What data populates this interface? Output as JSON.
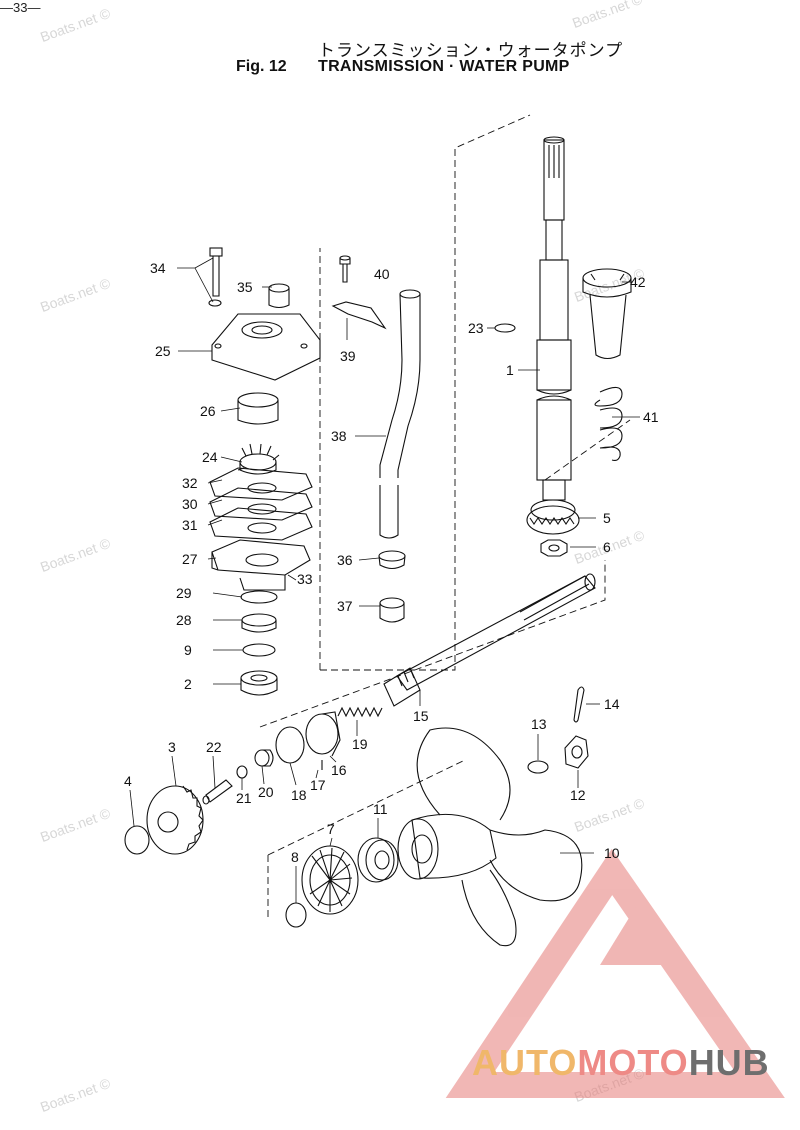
{
  "header": {
    "title_jp": "トランスミッション・ウォータポンプ",
    "fig_label": "Fig. 12",
    "title_en": "TRANSMISSION · WATER PUMP"
  },
  "page_number": "—33—",
  "watermark": "Boats.net ©",
  "logo": {
    "part1": "AUTO",
    "part2": "MOTO",
    "part3": "HUB",
    "colors": [
      "#f0b76a",
      "#ee8a86",
      "#6e6e6e"
    ]
  },
  "callouts": [
    "1",
    "2",
    "3",
    "4",
    "5",
    "6",
    "7",
    "8",
    "9",
    "10",
    "11",
    "12",
    "13",
    "14",
    "15",
    "16",
    "17",
    "18",
    "19",
    "20",
    "21",
    "22",
    "23",
    "24",
    "25",
    "26",
    "27",
    "28",
    "29",
    "30",
    "31",
    "32",
    "33",
    "34",
    "35",
    "36",
    "37",
    "38",
    "39",
    "40",
    "41",
    "42"
  ]
}
